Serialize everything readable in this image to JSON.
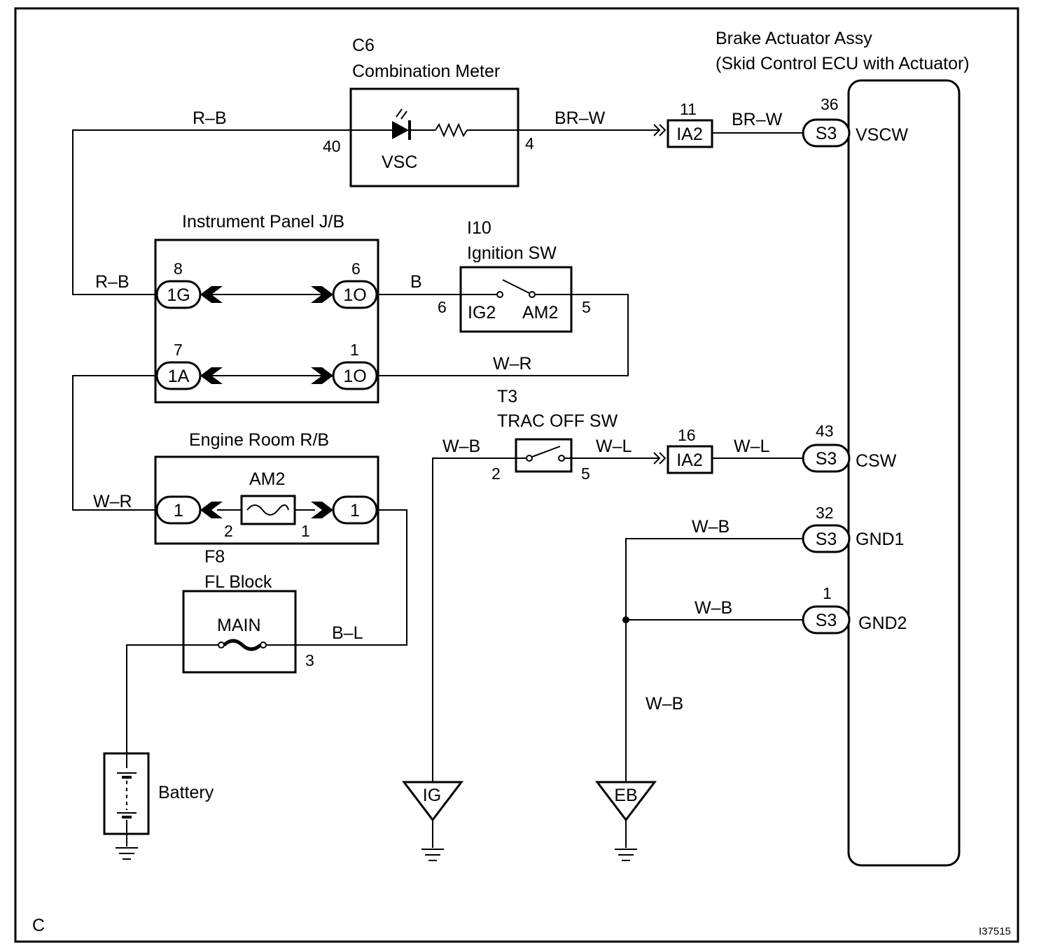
{
  "meter": {
    "code": "C6",
    "name": "Combination Meter",
    "lamp_label": "VSC",
    "pin_in": "40",
    "pin_out": "4"
  },
  "actuator": {
    "line1": "Brake Actuator Assy",
    "line2": "(Skid Control ECU with Actuator)",
    "pins": [
      {
        "num": "36",
        "conn": "S3",
        "signal": "VSCW"
      },
      {
        "num": "43",
        "conn": "S3",
        "signal": "CSW"
      },
      {
        "num": "32",
        "conn": "S3",
        "signal": "GND1"
      },
      {
        "num": "1",
        "conn": "S3",
        "signal": "GND2"
      }
    ]
  },
  "ia2_top": {
    "num": "11",
    "label": "IA2"
  },
  "ia2_mid": {
    "num": "16",
    "label": "IA2"
  },
  "ipjb": {
    "title": "Instrument Panel J/B",
    "c1g": {
      "num": "8",
      "label": "1G"
    },
    "c1o_top": {
      "num": "6",
      "label": "1O"
    },
    "c1a": {
      "num": "7",
      "label": "1A"
    },
    "c1o_bot": {
      "num": "1",
      "label": "1O"
    }
  },
  "ignition": {
    "code": "I10",
    "name": "Ignition SW",
    "ig2": "IG2",
    "am2": "AM2",
    "pin_left": "6",
    "pin_right": "5"
  },
  "trac": {
    "code": "T3",
    "name": "TRAC OFF SW",
    "pin_left": "2",
    "pin_right": "5"
  },
  "engine_rb": {
    "title": "Engine Room R/B",
    "fuse": "AM2",
    "left_conn": "1",
    "right_conn": "1",
    "pin_left": "2",
    "pin_right": "1"
  },
  "fl_block": {
    "code": "F8",
    "name": "FL Block",
    "fuse": "MAIN",
    "pin": "3"
  },
  "battery": "Battery",
  "grounds": {
    "ig": "IG",
    "eb": "EB"
  },
  "wires": {
    "rb_top": "R–B",
    "rb_left": "R–B",
    "brw1": "BR–W",
    "brw2": "BR–W",
    "b": "B",
    "wr_mid": "W–R",
    "wr_left": "W–R",
    "wb_trac": "W–B",
    "wl1": "W–L",
    "wl2": "W–L",
    "wb_gnd1": "W–B",
    "wb_gnd2": "W–B",
    "wb_eb": "W–B",
    "bl": "B–L"
  },
  "footer": {
    "letter": "C",
    "figure_id": "I37515"
  }
}
